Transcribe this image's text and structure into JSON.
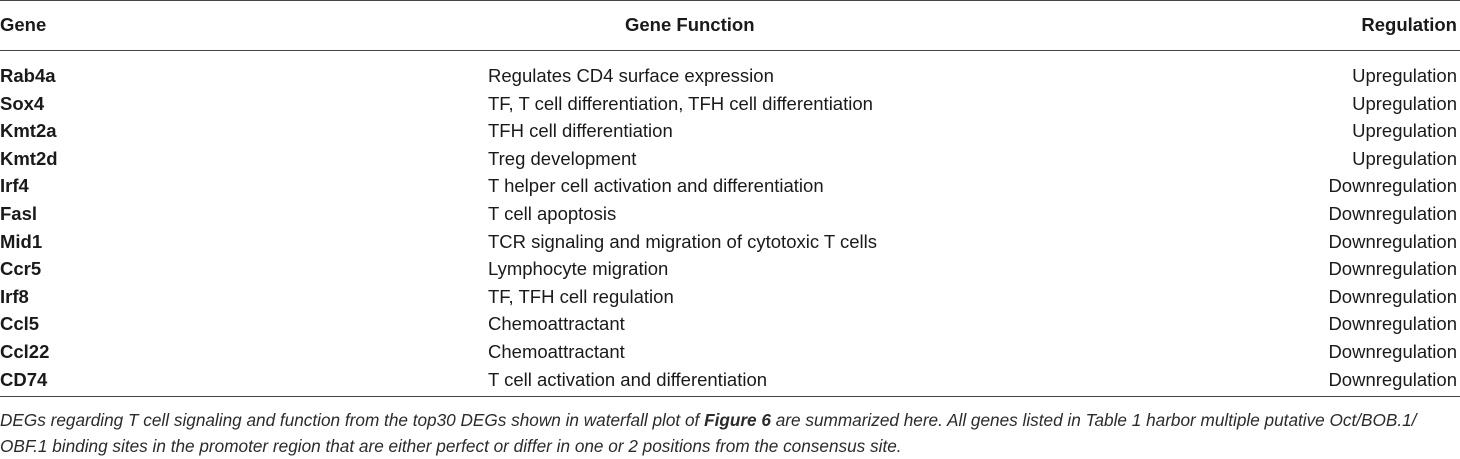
{
  "table": {
    "headers": {
      "gene": "Gene",
      "function": "Gene Function",
      "regulation": "Regulation"
    },
    "rows": [
      {
        "gene": "Rab4a",
        "function": "Regulates CD4 surface expression",
        "regulation": "Upregulation"
      },
      {
        "gene": "Sox4",
        "function": "TF, T cell differentiation, TFH cell differentiation",
        "regulation": "Upregulation"
      },
      {
        "gene": "Kmt2a",
        "function": "TFH cell differentiation",
        "regulation": "Upregulation"
      },
      {
        "gene": "Kmt2d",
        "function": "Treg development",
        "regulation": "Upregulation"
      },
      {
        "gene": "Irf4",
        "function": "T helper cell activation and differentiation",
        "regulation": "Downregulation"
      },
      {
        "gene": "Fasl",
        "function": "T cell apoptosis",
        "regulation": "Downregulation"
      },
      {
        "gene": "Mid1",
        "function": "TCR signaling and migration of cytotoxic T cells",
        "regulation": "Downregulation"
      },
      {
        "gene": "Ccr5",
        "function": "Lymphocyte migration",
        "regulation": "Downregulation"
      },
      {
        "gene": "Irf8",
        "function": "TF, TFH cell regulation",
        "regulation": "Downregulation"
      },
      {
        "gene": "Ccl5",
        "function": "Chemoattractant",
        "regulation": "Downregulation"
      },
      {
        "gene": "Ccl22",
        "function": "Chemoattractant",
        "regulation": "Downregulation"
      },
      {
        "gene": "CD74",
        "function": "T cell activation and differentiation",
        "regulation": "Downregulation"
      }
    ]
  },
  "caption": {
    "part1": "DEGs regarding T cell signaling and function from the top30 DEGs shown in waterfall plot of ",
    "figure_ref": "Figure 6",
    "part2": " are summarized here. All genes listed in Table 1 harbor multiple putative Oct/BOB.1/",
    "line2": "OBF.1 binding sites in the promoter region that are either perfect or differ in one or 2 positions from the consensus site."
  }
}
